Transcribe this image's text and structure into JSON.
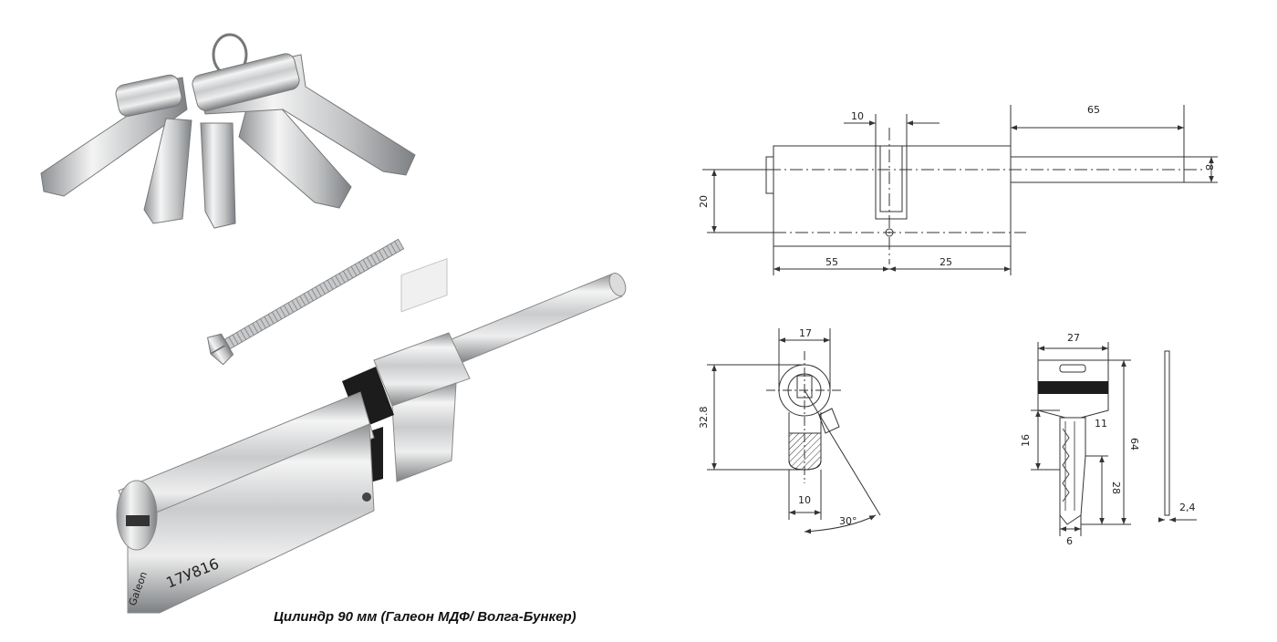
{
  "caption": "Цилиндр 90 мм (Галеон МДФ/ Волга-Бункер)",
  "product": {
    "cylinder_marking": "17У816",
    "brand_marking": "Galeon"
  },
  "side_view": {
    "dim_top_slot": "10",
    "dim_rod": "65",
    "dim_rod_diameter": "8",
    "dim_height": "20",
    "dim_left": "55",
    "dim_right": "25"
  },
  "profile_view": {
    "dim_width": "17",
    "dim_height": "32.8",
    "dim_bottom": "10",
    "dim_angle": "30°"
  },
  "key_view": {
    "dim_head_width": "27",
    "dim_length": "64",
    "dim_upper_blade": "16",
    "dim_blade_width": "11",
    "dim_lower_blade": "28",
    "dim_tip": "6",
    "dim_thickness": "2,4"
  },
  "colors": {
    "line": "#333333",
    "metal_light": "#f2f2f2",
    "metal_mid": "#c9cbcd",
    "metal_dark": "#8e9194",
    "black_band": "#1c1c1c"
  }
}
